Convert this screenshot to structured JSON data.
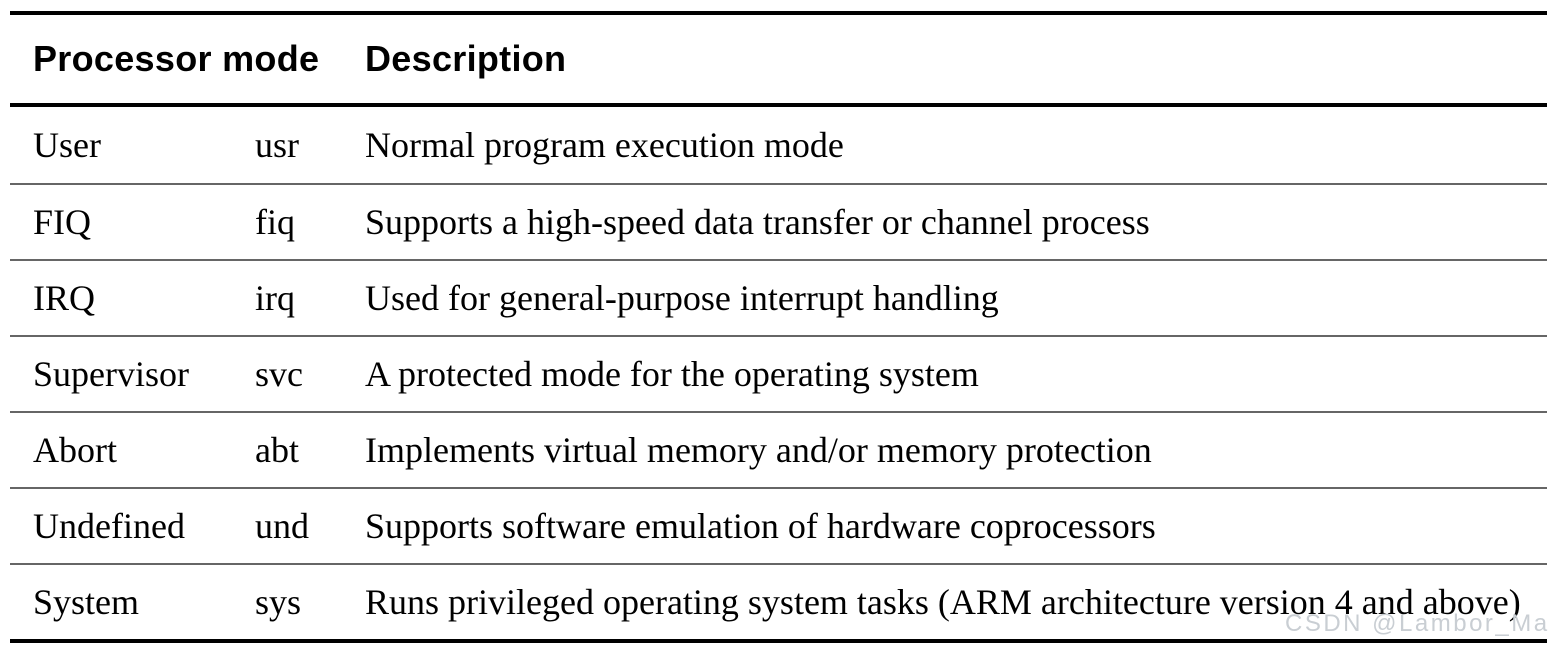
{
  "table": {
    "header": {
      "processor_mode": "Processor mode",
      "description": "Description"
    },
    "rows": [
      {
        "mode": "User",
        "abbr": "usr",
        "description": "Normal program execution mode"
      },
      {
        "mode": "FIQ",
        "abbr": "fiq",
        "description": "Supports a high-speed data transfer or channel process"
      },
      {
        "mode": "IRQ",
        "abbr": "irq",
        "description": "Used for general-purpose interrupt handling"
      },
      {
        "mode": "Supervisor",
        "abbr": "svc",
        "description": "A protected mode for the operating system"
      },
      {
        "mode": "Abort",
        "abbr": "abt",
        "description": "Implements virtual memory and/or memory protection"
      },
      {
        "mode": "Undefined",
        "abbr": "und",
        "description": "Supports software emulation of hardware coprocessors"
      },
      {
        "mode": "System",
        "abbr": "sys",
        "description": "Runs privileged operating system tasks (ARM architecture version 4 and above)"
      }
    ]
  },
  "watermark": {
    "text": "CSDN @Lambor_Ma"
  },
  "colors": {
    "text": "#000000",
    "thick_rule": "#000000",
    "thin_rule": "#666666",
    "watermark": "#c9ced3",
    "background": "#ffffff"
  }
}
